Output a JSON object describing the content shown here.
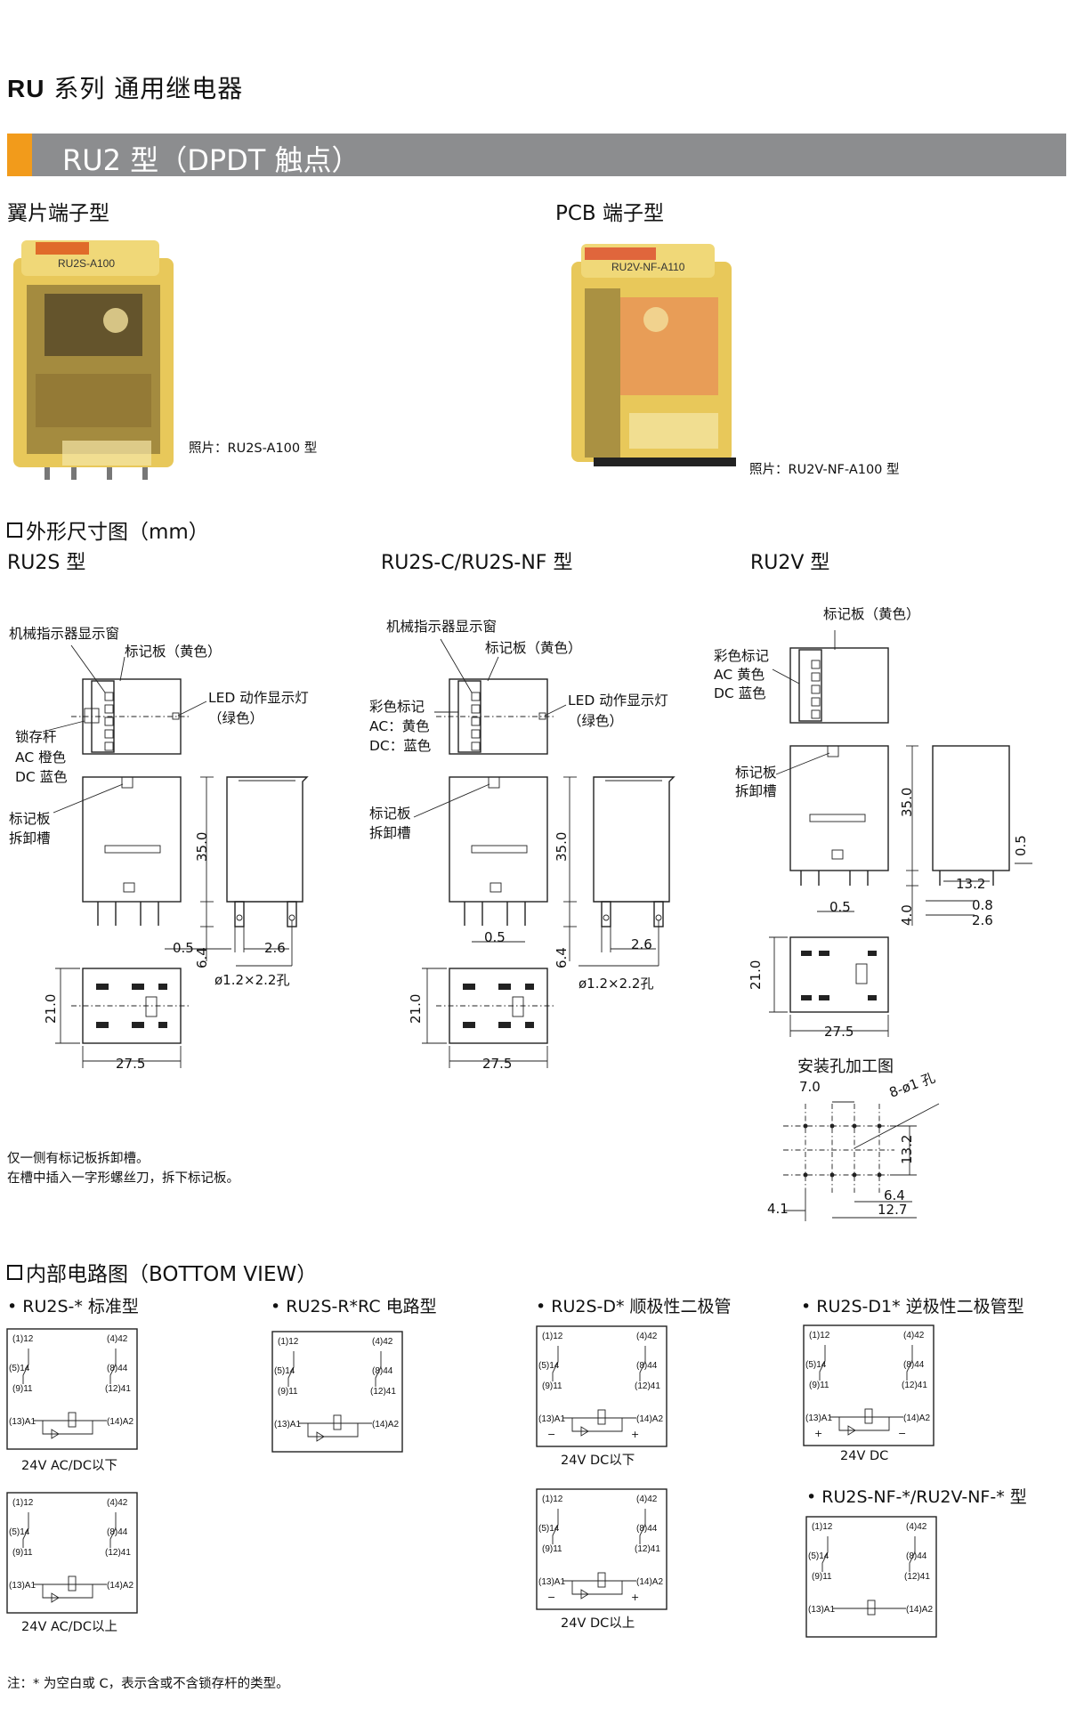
{
  "page": {
    "series_title_bold": "RU",
    "series_title_rest": " 系列 通用继电器"
  },
  "banner": {
    "title": "RU2 型（DPDT 触点）",
    "accent": "#f29b1b",
    "bar": "#8c8d8f"
  },
  "photos": {
    "left_heading": "翼片端子型",
    "right_heading": "PCB 端子型",
    "left_caption": "照片：RU2S-A100 型",
    "right_caption": "照片：RU2V-NF-A100 型",
    "left_label_top": "RU2S-A100",
    "right_label_top": "RU2V-NF-A110"
  },
  "dimensions": {
    "heading": "外形尺寸图（mm）",
    "col1": {
      "title": "RU2S 型",
      "labels": [
        "机械指示器显示窗",
        "标记板（黄色）",
        "LED 动作显示灯",
        "（绿色）",
        "锁存杆",
        "AC 橙色",
        "DC 蓝色",
        "标记板",
        "拆卸槽"
      ],
      "dims": [
        "35.0",
        "0.5",
        "2.6",
        "6.4",
        "ø1.2×2.2孔",
        "21.0",
        "27.5"
      ]
    },
    "col2": {
      "title": "RU2S-C/RU2S-NF 型",
      "labels": [
        "机械指示器显示窗",
        "标记板（黄色）",
        "彩色标记",
        "AC：黄色",
        "DC：蓝色",
        "LED 动作显示灯",
        "（绿色）",
        "标记板",
        "拆卸槽"
      ],
      "dims": [
        "35.0",
        "0.5",
        "2.6",
        "6.4",
        "ø1.2×2.2孔",
        "21.0",
        "27.5"
      ]
    },
    "col3": {
      "title": "RU2V 型",
      "labels": [
        "标记板（黄色）",
        "彩色标记",
        "AC 黄色",
        "DC 蓝色",
        "标记板",
        "拆卸槽"
      ],
      "dims": [
        "35.0",
        "0.5",
        "13.2",
        "0.5",
        "0.8",
        "2.6",
        "4.0",
        "21.0",
        "27.5"
      ],
      "mount_title": "安装孔加工图",
      "mount_dims": [
        "7.0",
        "8-ø1 孔",
        "13.2",
        "6.4",
        "4.1",
        "12.7"
      ]
    },
    "note_line1": "仅一侧有标记板拆卸槽。",
    "note_line2": "在槽中插入一字形螺丝刀，拆下标记板。"
  },
  "circuits": {
    "heading": "内部电路图（BOTTOM VIEW）",
    "types": [
      {
        "title": "• RU2S-* 标准型",
        "captions": [
          "24V AC/DC以下",
          "24V AC/DC以上"
        ]
      },
      {
        "title": "• RU2S-R*RC 电路型",
        "captions": []
      },
      {
        "title": "• RU2S-D* 顺极性二极管",
        "captions": [
          "24V DC以下",
          "24V DC以上"
        ]
      },
      {
        "title": "• RU2S-D1* 逆极性二极管型",
        "captions": [
          "24V DC"
        ]
      },
      {
        "title": "• RU2S-NF-*/RU2V-NF-* 型",
        "captions": []
      }
    ],
    "terminals": {
      "t1": "(1)12",
      "t4": "(4)42",
      "t5": "(5)14",
      "t8": "(8)44",
      "t9": "(9)11",
      "t12": "(12)41",
      "t13": "(13)A1",
      "t14": "(14)A2",
      "plus": "+",
      "minus": "−"
    }
  },
  "footnote": "注：* 为空白或 C，表示含或不含锁存杆的类型。"
}
